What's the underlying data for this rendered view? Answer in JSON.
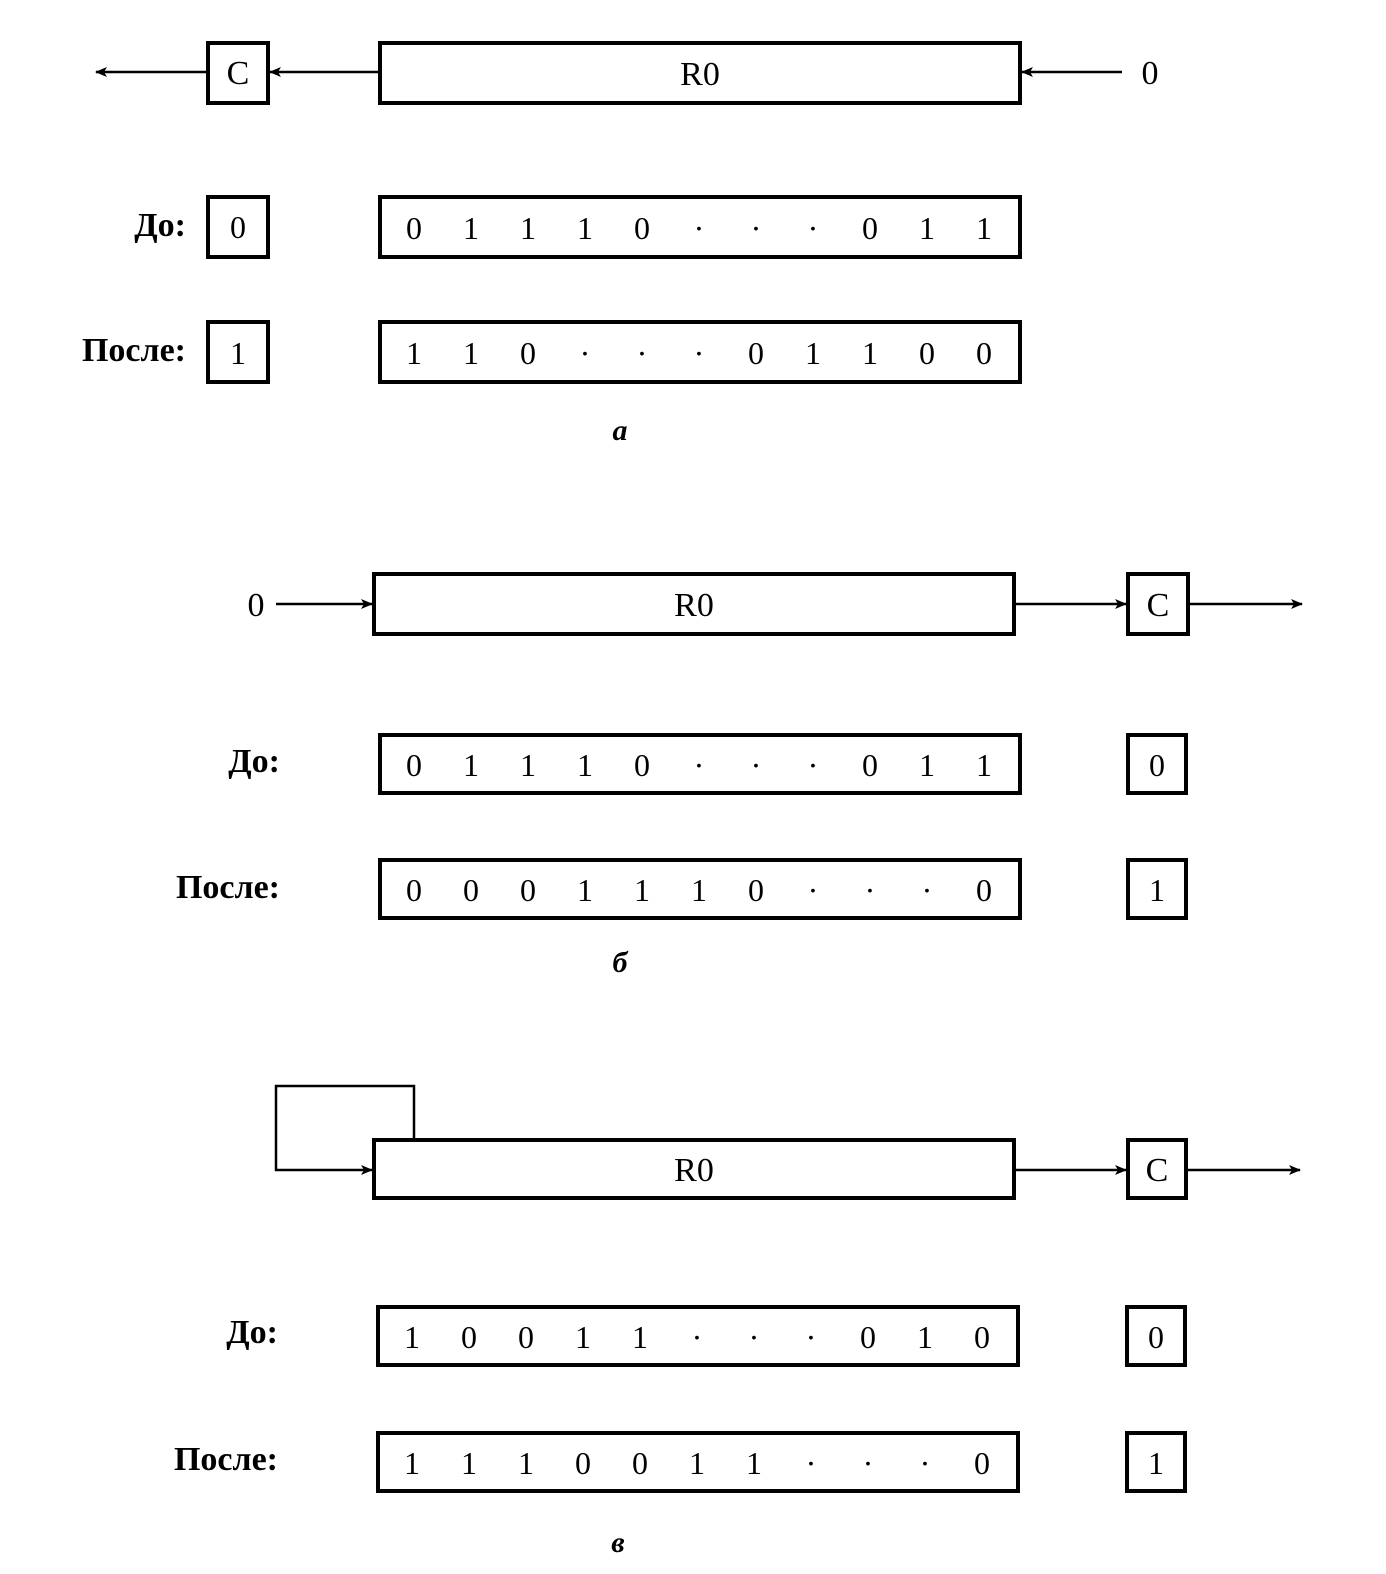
{
  "register_name": "R0",
  "carry_name": "C",
  "input_zero": "0",
  "before_label": "До:",
  "after_label": "После:",
  "panels": [
    {
      "caption": "а",
      "before_bits": [
        "0",
        "1",
        "1",
        "1",
        "0",
        "·",
        "·",
        "·",
        "0",
        "1",
        "1"
      ],
      "after_bits": [
        "1",
        "1",
        "0",
        "·",
        "·",
        "·",
        "0",
        "1",
        "1",
        "0",
        "0"
      ],
      "carry_before": "0",
      "carry_after": "1"
    },
    {
      "caption": "б",
      "before_bits": [
        "0",
        "1",
        "1",
        "1",
        "0",
        "·",
        "·",
        "·",
        "0",
        "1",
        "1"
      ],
      "after_bits": [
        "0",
        "0",
        "0",
        "1",
        "1",
        "1",
        "0",
        "·",
        "·",
        "·",
        "0"
      ],
      "carry_before": "0",
      "carry_after": "1"
    },
    {
      "caption": "в",
      "before_bits": [
        "1",
        "0",
        "0",
        "1",
        "1",
        "·",
        "·",
        "·",
        "0",
        "1",
        "0"
      ],
      "after_bits": [
        "1",
        "1",
        "1",
        "0",
        "0",
        "1",
        "1",
        "·",
        "·",
        "·",
        "0"
      ],
      "carry_before": "0",
      "carry_after": "1"
    }
  ]
}
